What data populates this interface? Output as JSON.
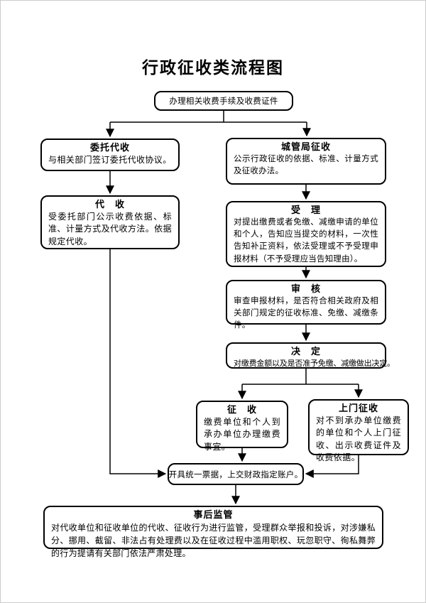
{
  "page_title": "行政征收类流程图",
  "flowchart": {
    "nodes": {
      "start": {
        "label": "办理相关收费手续及收费证件"
      },
      "entrust": {
        "title": "委托代收",
        "body": "与相关部门签订委托代收协议。"
      },
      "agent": {
        "title": "代　收",
        "body": "受委托部门公示收费依据、标准、计量方式及代收方法。依据规定代收。"
      },
      "bureau": {
        "title": "城管局征收",
        "body": "公示行政征收的依据、标准、计量方式及征收办法。"
      },
      "accept": {
        "title": "受　理",
        "body": "对提出缴费或者免缴、减缴申请的单位和个人，告知应当提交的材料，一次性告知补正资料，依法受理或不予受理申报材料（不予受理应当告知理由）。"
      },
      "review": {
        "title": "审　核",
        "body": "审查申报材料，是否符合相关政府及相关部门规定的征收标准、免缴、减缴条件。"
      },
      "decide": {
        "title": "决　定",
        "body": "对缴费金额以及是否准予免缴、减缴做出决定。"
      },
      "collect": {
        "title": "征　收",
        "body": "缴费单位和个人到承办单位办理缴费事宜。"
      },
      "door": {
        "title": "上门征收",
        "body": "对不到承办单位缴费的单位和个人上门征收、出示收费证件及收费依据。"
      },
      "invoice": {
        "label": "开具统一票据，上交财政指定账户。"
      },
      "supervision": {
        "title": "事后监管",
        "body": "对代收单位和征收单位的代收、征收行为进行监管，受理群众举报和投诉，对涉嫌私分、挪用、截留、非法占有处理费以及在征收过程中滥用职权、玩忽职守、徇私舞弊的行为提请有关部门依法严肃处理。"
      }
    },
    "edges": [
      {
        "from": "start",
        "to": "entrust"
      },
      {
        "from": "start",
        "to": "bureau"
      },
      {
        "from": "entrust",
        "to": "agent"
      },
      {
        "from": "agent",
        "to": "invoice"
      },
      {
        "from": "bureau",
        "to": "accept"
      },
      {
        "from": "accept",
        "to": "review"
      },
      {
        "from": "review",
        "to": "decide"
      },
      {
        "from": "decide",
        "to": "collect"
      },
      {
        "from": "decide",
        "to": "door"
      },
      {
        "from": "collect",
        "to": "invoice"
      },
      {
        "from": "door",
        "to": "invoice"
      },
      {
        "from": "invoice",
        "to": "supervision"
      }
    ],
    "colors": {
      "line": "#000000",
      "box_border": "#000000",
      "box_fill": "#ffffff",
      "page_bg": "#ffffff"
    }
  }
}
